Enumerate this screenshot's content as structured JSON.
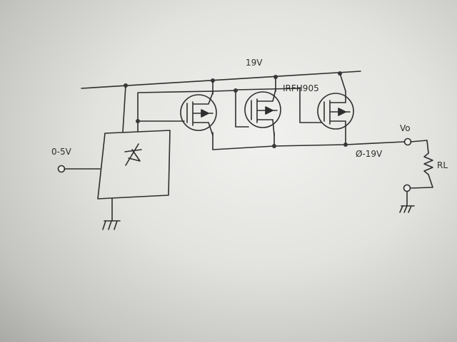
{
  "supply_label": "19V",
  "input_label": "0-5V",
  "mosfet_part": "IRFH905",
  "output_node_label": "Vo",
  "output_range_label": "Ø-19V",
  "load_label": "RL"
}
